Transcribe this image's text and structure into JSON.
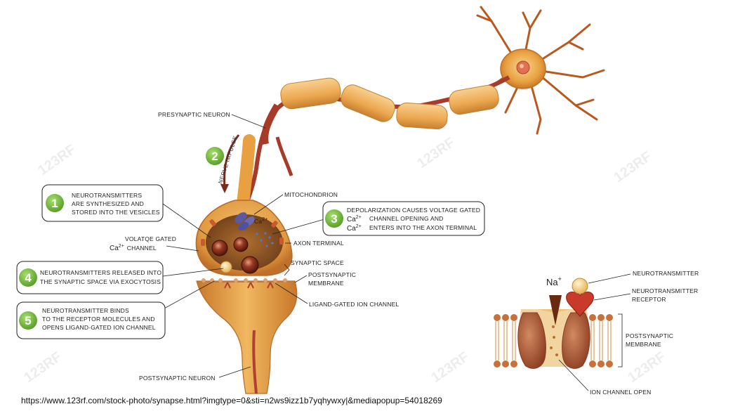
{
  "labels": {
    "presynaptic_neuron": "PRESYNAPTIC NEURON",
    "nerve_impulse": "NERVE IMPULSE",
    "mitochondrion": "MITOCHONDRION",
    "ca_small": "Ca",
    "volatge_line1": "VOLATQE GATED",
    "volatge_ca": "Ca",
    "volatge_channel": "CHANNEL",
    "axon_terminal": "AXON TERMINAL",
    "synaptic_space": "SYNAPTIC SPACE",
    "postsynaptic_membrane_1": "POSTSYNAPTIC",
    "postsynaptic_membrane_2": "MEMBRANE",
    "ligand_gated": "LIGAND-GATED ION CHANNEL",
    "postsynaptic_neuron": "POSTSYNAPTIC NEURON",
    "na": "Na",
    "neurotransmitter": "NEUROTRANSMITTER",
    "nt_receptor_1": "NEUROTRANSMITTER",
    "nt_receptor_2": "RECEPTOR",
    "inset_membrane_1": "POSTSYNAPTIC",
    "inset_membrane_2": "MEMBRANE",
    "ion_channel_open": "ION CHANNEL OPEN"
  },
  "steps": [
    {
      "number": "1",
      "lines": [
        "NEUROTRANSMITTERS",
        "ARE SYNTHESIZED AND",
        "STORED INTO THE VESICLES"
      ]
    },
    {
      "number": "2"
    },
    {
      "number": "3",
      "lines": [
        "DEPOLARIZATION CAUSES VOLTAGE GATED",
        "CHANNEL OPENING AND",
        "ENTERS INTO THE AXON TERMINAL"
      ],
      "ca": "Ca"
    },
    {
      "number": "4",
      "lines": [
        "NEUROTRANSMITTERS RELEASED INTO",
        "THE SYNAPTIC SPACE VIA EXOCYTOSIS"
      ]
    },
    {
      "number": "5",
      "lines": [
        "NEUROTRANSMITTER BINDS",
        "TO THE RECEPTOR MOLECULES AND",
        "OPENS LIGAND-GATED ION CHANNEL"
      ]
    }
  ],
  "superscripts": {
    "ca": "2+",
    "na": "+"
  },
  "watermark": "123RF",
  "source_url": "https://www.123rf.com/stock-photo/synapse.html?imgtype=0&sti=n2ws9izz1b7yqhywxy|&mediapopup=54018269",
  "colors": {
    "neuron_orange": "#e8a040",
    "neuron_dark": "#b85a20",
    "axon_red": "#a83a2a",
    "myelin": "#f0b860",
    "step_green": "#7cc242",
    "vesicle": "#8a2a1a",
    "receptor_red": "#c83a2a"
  }
}
